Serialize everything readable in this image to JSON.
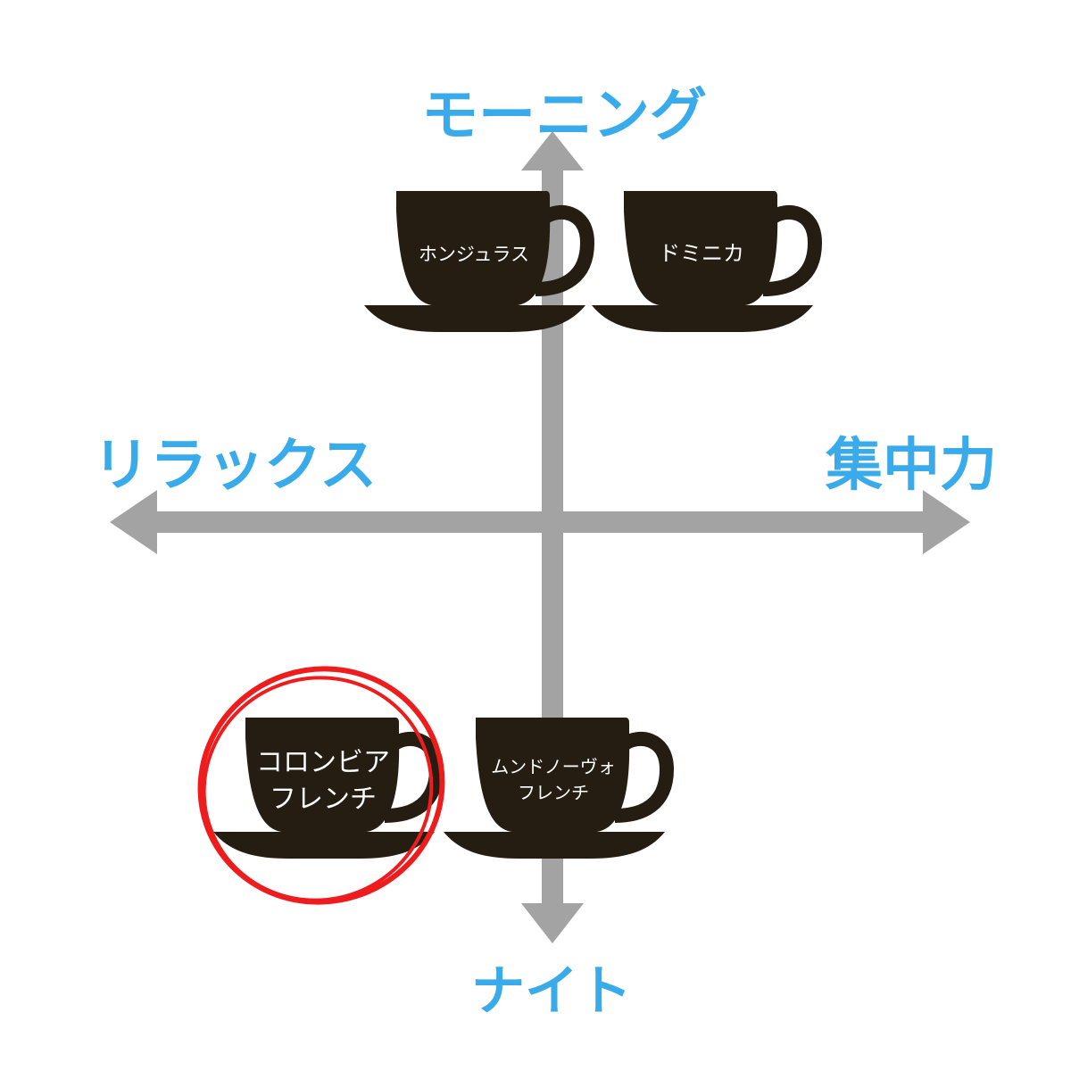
{
  "colors": {
    "accent": "#3aabea",
    "axis": "#a3a3a3",
    "cup": "#251c12",
    "highlight": "#ee1c1c",
    "cup_text": "#ffffff"
  },
  "axes": {
    "top": "モーニング",
    "bottom": "ナイト",
    "left": "リラックス",
    "right": "集中力"
  },
  "cups": [
    {
      "name": "cup-honduras",
      "quadrant": "top-left",
      "lines": [
        "ホンジュラス"
      ],
      "highlighted": false
    },
    {
      "name": "cup-dominica",
      "quadrant": "top-right",
      "lines": [
        "ドミニカ"
      ],
      "highlighted": false
    },
    {
      "name": "cup-colombia-french",
      "quadrant": "bottom-left",
      "lines": [
        "コロンビア",
        "フレンチ"
      ],
      "highlighted": true
    },
    {
      "name": "cup-mundo-novo-french",
      "quadrant": "bottom-right",
      "lines": [
        "ムンドノーヴォ",
        "フレンチ"
      ],
      "highlighted": false
    }
  ]
}
